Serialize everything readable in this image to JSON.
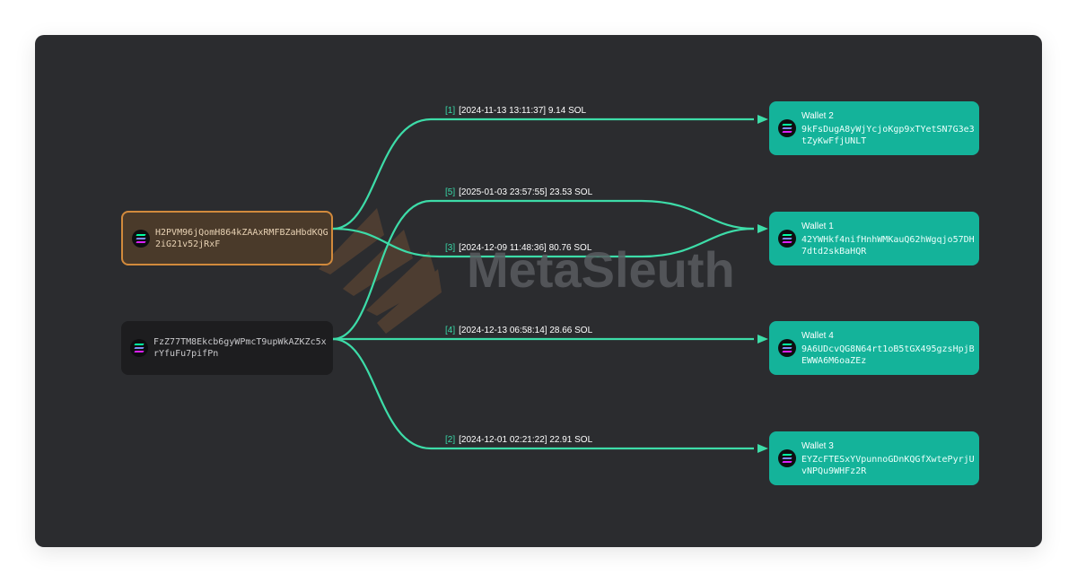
{
  "watermark": "MetaSleuth",
  "colors": {
    "background": "#2b2c2f",
    "edge": "#3ddca8",
    "wallet_node": "#14b39a",
    "highlight_border": "#d28a3c"
  },
  "sources": [
    {
      "address": "H2PVM96jQomH864kZAAxRMFBZaHbdKQG2iG21v52jRxF",
      "icon": "solana-icon",
      "highlighted": true
    },
    {
      "address": "FzZ77TM8Ekcb6gyWPmcT9upWkAZKZc5xrYfuFu7pifPn",
      "icon": "solana-icon",
      "highlighted": false
    }
  ],
  "wallets": [
    {
      "title": "Wallet 2",
      "address": "9kFsDugA8yWjYcjoKgp9xTYetSN7G3e3tZyKwFfjUNLT",
      "icon": "solana-icon"
    },
    {
      "title": "Wallet 1",
      "address": "42YWHkf4nifHnhWMKauQ62hWgqjo57DH7dtd2skBaHQR",
      "icon": "solana-icon"
    },
    {
      "title": "Wallet 4",
      "address": "9A6UDcvQG8N64rt1oB5tGX495gzsHpjBEWWA6M6oaZEz",
      "icon": "solana-icon"
    },
    {
      "title": "Wallet 3",
      "address": "EYZcFTESxYVpunnoGDnKQGfXwtePyrjUvNPQu9WHFz2R",
      "icon": "solana-icon"
    }
  ],
  "transfers": [
    {
      "index": "[1]",
      "text": "[2024-11-13 13:11:37] 9.14 SOL"
    },
    {
      "index": "[5]",
      "text": "[2025-01-03 23:57:55] 23.53 SOL"
    },
    {
      "index": "[3]",
      "text": "[2024-12-09 11:48:36] 80.76 SOL"
    },
    {
      "index": "[4]",
      "text": "[2024-12-13 06:58:14] 28.66 SOL"
    },
    {
      "index": "[2]",
      "text": "[2024-12-01 02:21:22] 22.91 SOL"
    }
  ]
}
